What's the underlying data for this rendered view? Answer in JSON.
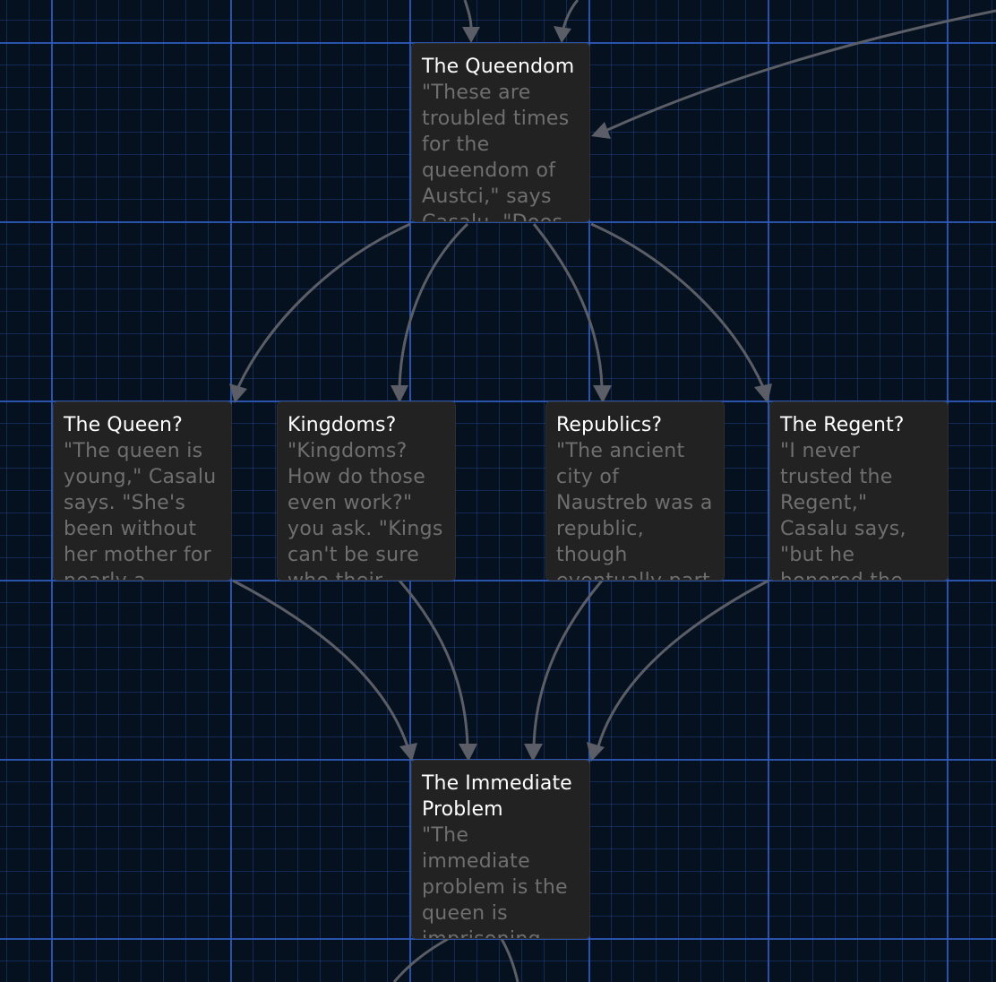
{
  "passages": [
    {
      "id": "queendom",
      "title": "The Queendom",
      "excerpt": "\"These are troubled times for the queendom of Austci,\" says Casalu. \"Does"
    },
    {
      "id": "queen",
      "title": "The Queen?",
      "excerpt": "\"The queen is young,\" Casalu says. \"She's been without her mother for nearly a"
    },
    {
      "id": "kingdoms",
      "title": "Kingdoms?",
      "excerpt": "\"Kingdoms? How do those even work?\" you ask. \"Kings can't be sure who their"
    },
    {
      "id": "republics",
      "title": "Republics?",
      "excerpt": "\"The ancient city of Naustreb was a republic, though eventually part"
    },
    {
      "id": "regent",
      "title": "The Regent?",
      "excerpt": "\"I never trusted the Regent,\" Casalu says, \"but he honored the temples and"
    },
    {
      "id": "immediate",
      "title": "The Immediate Problem",
      "excerpt": "\"The immediate problem is the queen is imprisoning"
    }
  ],
  "colors": {
    "canvas_background": "#06111f",
    "grid_line": "#2e5cbe",
    "passage_background": "#222222",
    "passage_title": "#ffffff",
    "passage_excerpt": "#6f6f6f",
    "link_arrow": "#5b5e66"
  }
}
